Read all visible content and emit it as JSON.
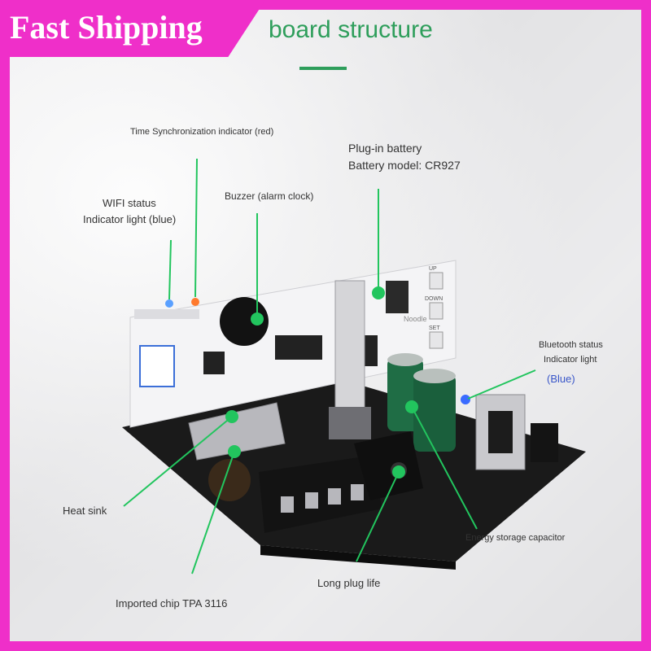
{
  "banner": {
    "text": "Fast Shipping"
  },
  "title": "board structure",
  "labels": {
    "time_sync": "Time Synchronization indicator (red)",
    "plugin_battery": "Plug-in battery",
    "battery_model": "Battery model: CR927",
    "wifi_status": "WIFI status",
    "wifi_indicator": "Indicator light (blue)",
    "buzzer": "Buzzer (alarm clock)",
    "bt_status": "Bluetooth status",
    "bt_indicator": "Indicator light",
    "bt_blue": "(Blue)",
    "heat_sink": "Heat sink",
    "energy_capacitor": "Energy storage capacitor",
    "long_plug": "Long plug life",
    "imported_chip": "Imported chip TPA 3116"
  },
  "board_text": {
    "silk_noodle": "Noodle",
    "btn_up": "UP",
    "btn_down": "DOWN",
    "btn_set": "SET"
  },
  "colors": {
    "frame": "#ef2fc9",
    "accent_green": "#2e9e5b",
    "callout_green": "#22c55e",
    "bt_blue": "#3a57c9"
  }
}
